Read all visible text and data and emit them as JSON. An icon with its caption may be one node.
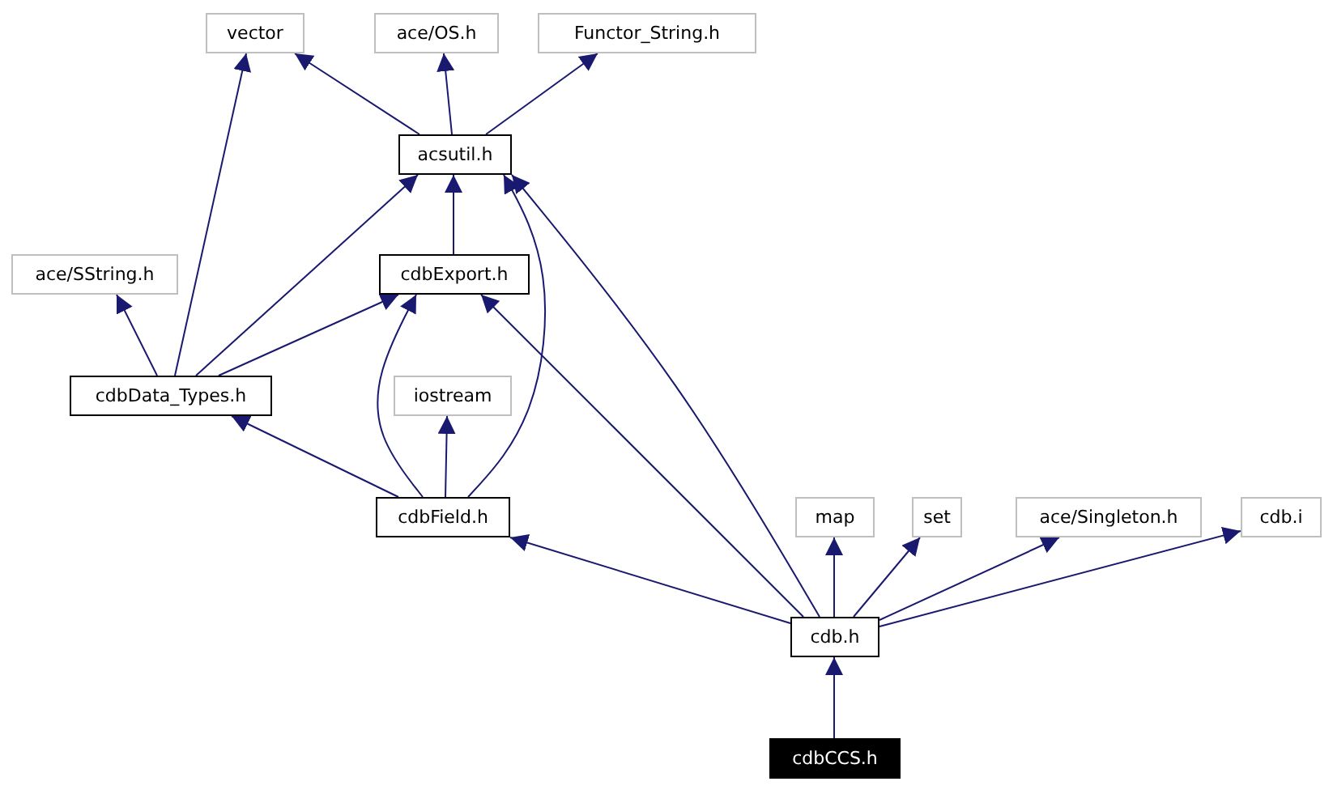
{
  "diagram": {
    "nodes": [
      {
        "text": [
          "vector"
        ]
      },
      {
        "text": [
          "ace/OS.h"
        ]
      },
      {
        "text": [
          "Functor_String.h"
        ]
      },
      {
        "text": [
          "acsutil.h"
        ]
      },
      {
        "text": [
          "ace/SString.h"
        ]
      },
      {
        "text": [
          "cdbExport.h"
        ]
      },
      {
        "text": [
          "cdbData_Types.h"
        ]
      },
      {
        "text": [
          "iostream"
        ]
      },
      {
        "text": [
          "cdbField.h"
        ]
      },
      {
        "text": [
          "map"
        ]
      },
      {
        "text": [
          "set"
        ]
      },
      {
        "text": [
          "ace/Singleton.h"
        ]
      },
      {
        "text": [
          "cdb.i"
        ]
      },
      {
        "text": [
          "cdb.h"
        ]
      },
      {
        "text": [
          "cdbCCS.h"
        ]
      }
    ],
    "edges": [
      {
        "from": 3,
        "to": 0,
        "arrow": "to"
      },
      {
        "from": 3,
        "to": 1,
        "arrow": "to"
      },
      {
        "from": 3,
        "to": 2,
        "arrow": "to"
      },
      {
        "from": 6,
        "to": 0,
        "arrow": "to"
      },
      {
        "from": 6,
        "to": 4,
        "arrow": "to"
      },
      {
        "from": 6,
        "to": 3,
        "arrow": "to"
      },
      {
        "from": 6,
        "to": 5,
        "arrow": "to"
      },
      {
        "from": 5,
        "to": 3,
        "arrow": "to"
      },
      {
        "from": 8,
        "to": 5,
        "arrow": "to"
      },
      {
        "from": 8,
        "to": 3,
        "arrow": "to"
      },
      {
        "from": 8,
        "to": 7,
        "arrow": "to"
      },
      {
        "from": 8,
        "to": 6,
        "arrow": "to"
      },
      {
        "from": 13,
        "to": 3,
        "arrow": "to"
      },
      {
        "from": 13,
        "to": 5,
        "arrow": "to"
      },
      {
        "from": 13,
        "to": 8,
        "arrow": "to"
      },
      {
        "from": 13,
        "to": 9,
        "arrow": "to"
      },
      {
        "from": 13,
        "to": 10,
        "arrow": "to"
      },
      {
        "from": 13,
        "to": 11,
        "arrow": "to"
      },
      {
        "from": 13,
        "to": 12,
        "arrow": "to"
      },
      {
        "from": 14,
        "to": 13,
        "arrow": "to"
      }
    ]
  }
}
